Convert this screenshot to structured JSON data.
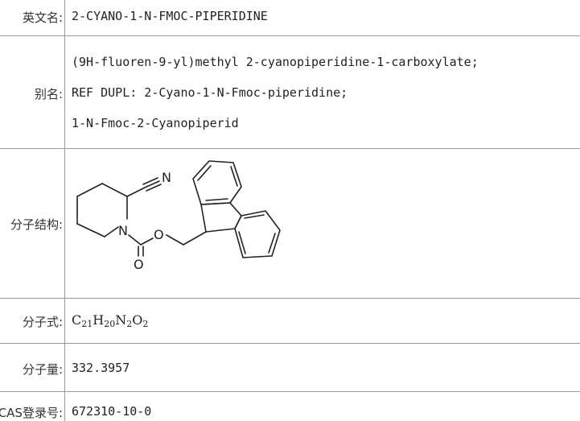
{
  "rows": {
    "english_name": {
      "label": "英文名:",
      "value": "2-CYANO-1-N-FMOC-PIPERIDINE"
    },
    "alias": {
      "label": "别名:",
      "values": [
        "(9H-fluoren-9-yl)methyl 2-cyanopiperidine-1-carboxylate;",
        "REF DUPL: 2-Cyano-1-N-Fmoc-piperidine;",
        "1-N-Fmoc-2-Cyanopiperid"
      ]
    },
    "structure": {
      "label": "分子结构:",
      "atoms": {
        "nitrile_n": "N",
        "ring_n": "N",
        "ester_o": "O",
        "carbonyl_o": "O"
      }
    },
    "formula": {
      "label": "分子式:",
      "parts": [
        {
          "el": "C",
          "n": "21"
        },
        {
          "el": "H",
          "n": "20"
        },
        {
          "el": "N",
          "n": "2"
        },
        {
          "el": "O",
          "n": "2"
        }
      ]
    },
    "weight": {
      "label": "分子量:",
      "value": "332.3957"
    },
    "cas": {
      "label": "CAS登录号:",
      "value": "672310-10-0"
    }
  },
  "colors": {
    "grid_line": "#9a9a9a",
    "text": "#222222",
    "bond": "#222222"
  }
}
